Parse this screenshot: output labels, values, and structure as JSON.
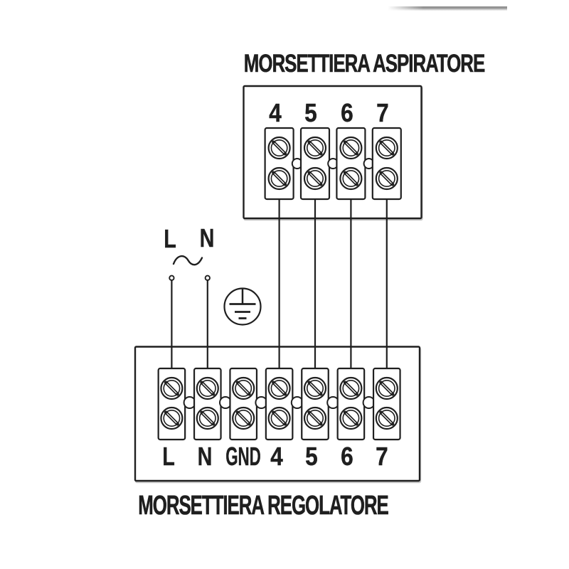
{
  "page": {
    "background_color": "#ffffff",
    "ink_color": "#1f1f1f"
  },
  "artifact": {
    "description": "partial gray window-edge line at top",
    "color": "#8f8f8f"
  },
  "blocks": {
    "aspiratore": {
      "title": "MORSETTIERA ASPIRATORE",
      "terminals": [
        "4",
        "5",
        "6",
        "7"
      ],
      "screw_rows": 2
    },
    "regolatore": {
      "title": "MORSETTIERA REGOLATORE",
      "terminals": [
        "L",
        "N",
        "GND",
        "4",
        "5",
        "6",
        "7"
      ],
      "screw_rows": 2
    }
  },
  "supply": {
    "line_label": "L",
    "neutral_label": "N",
    "ac_symbol": "~"
  },
  "icons": {
    "ac_wave_icon": "~",
    "earth_ground_icon": "⏚",
    "screw_terminal_icon": "⊘",
    "wire_end_icon": "○"
  },
  "connections": [
    {
      "from": "supply L",
      "to": "regolatore L"
    },
    {
      "from": "supply N",
      "to": "regolatore N"
    },
    {
      "from": "aspiratore 4",
      "to": "regolatore 4"
    },
    {
      "from": "aspiratore 5",
      "to": "regolatore 5"
    },
    {
      "from": "aspiratore 6",
      "to": "regolatore 6"
    },
    {
      "from": "aspiratore 7",
      "to": "regolatore 7"
    }
  ]
}
